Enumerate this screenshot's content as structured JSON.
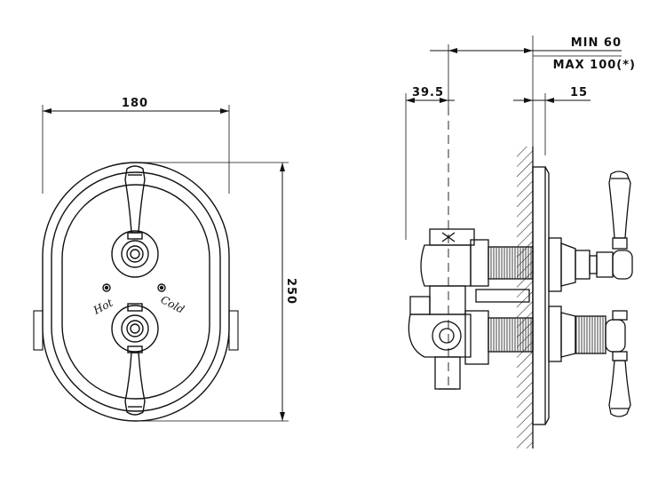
{
  "front_view": {
    "width_label": "180",
    "height_label": "250",
    "hot_label": "Hot",
    "cold_label": "Cold"
  },
  "side_view": {
    "depth_label": "39.5",
    "min_label": "MIN 60",
    "max_label": "MAX 100(*)",
    "plate_label": "15"
  },
  "colors": {
    "line": "#111111",
    "background": "#ffffff"
  }
}
